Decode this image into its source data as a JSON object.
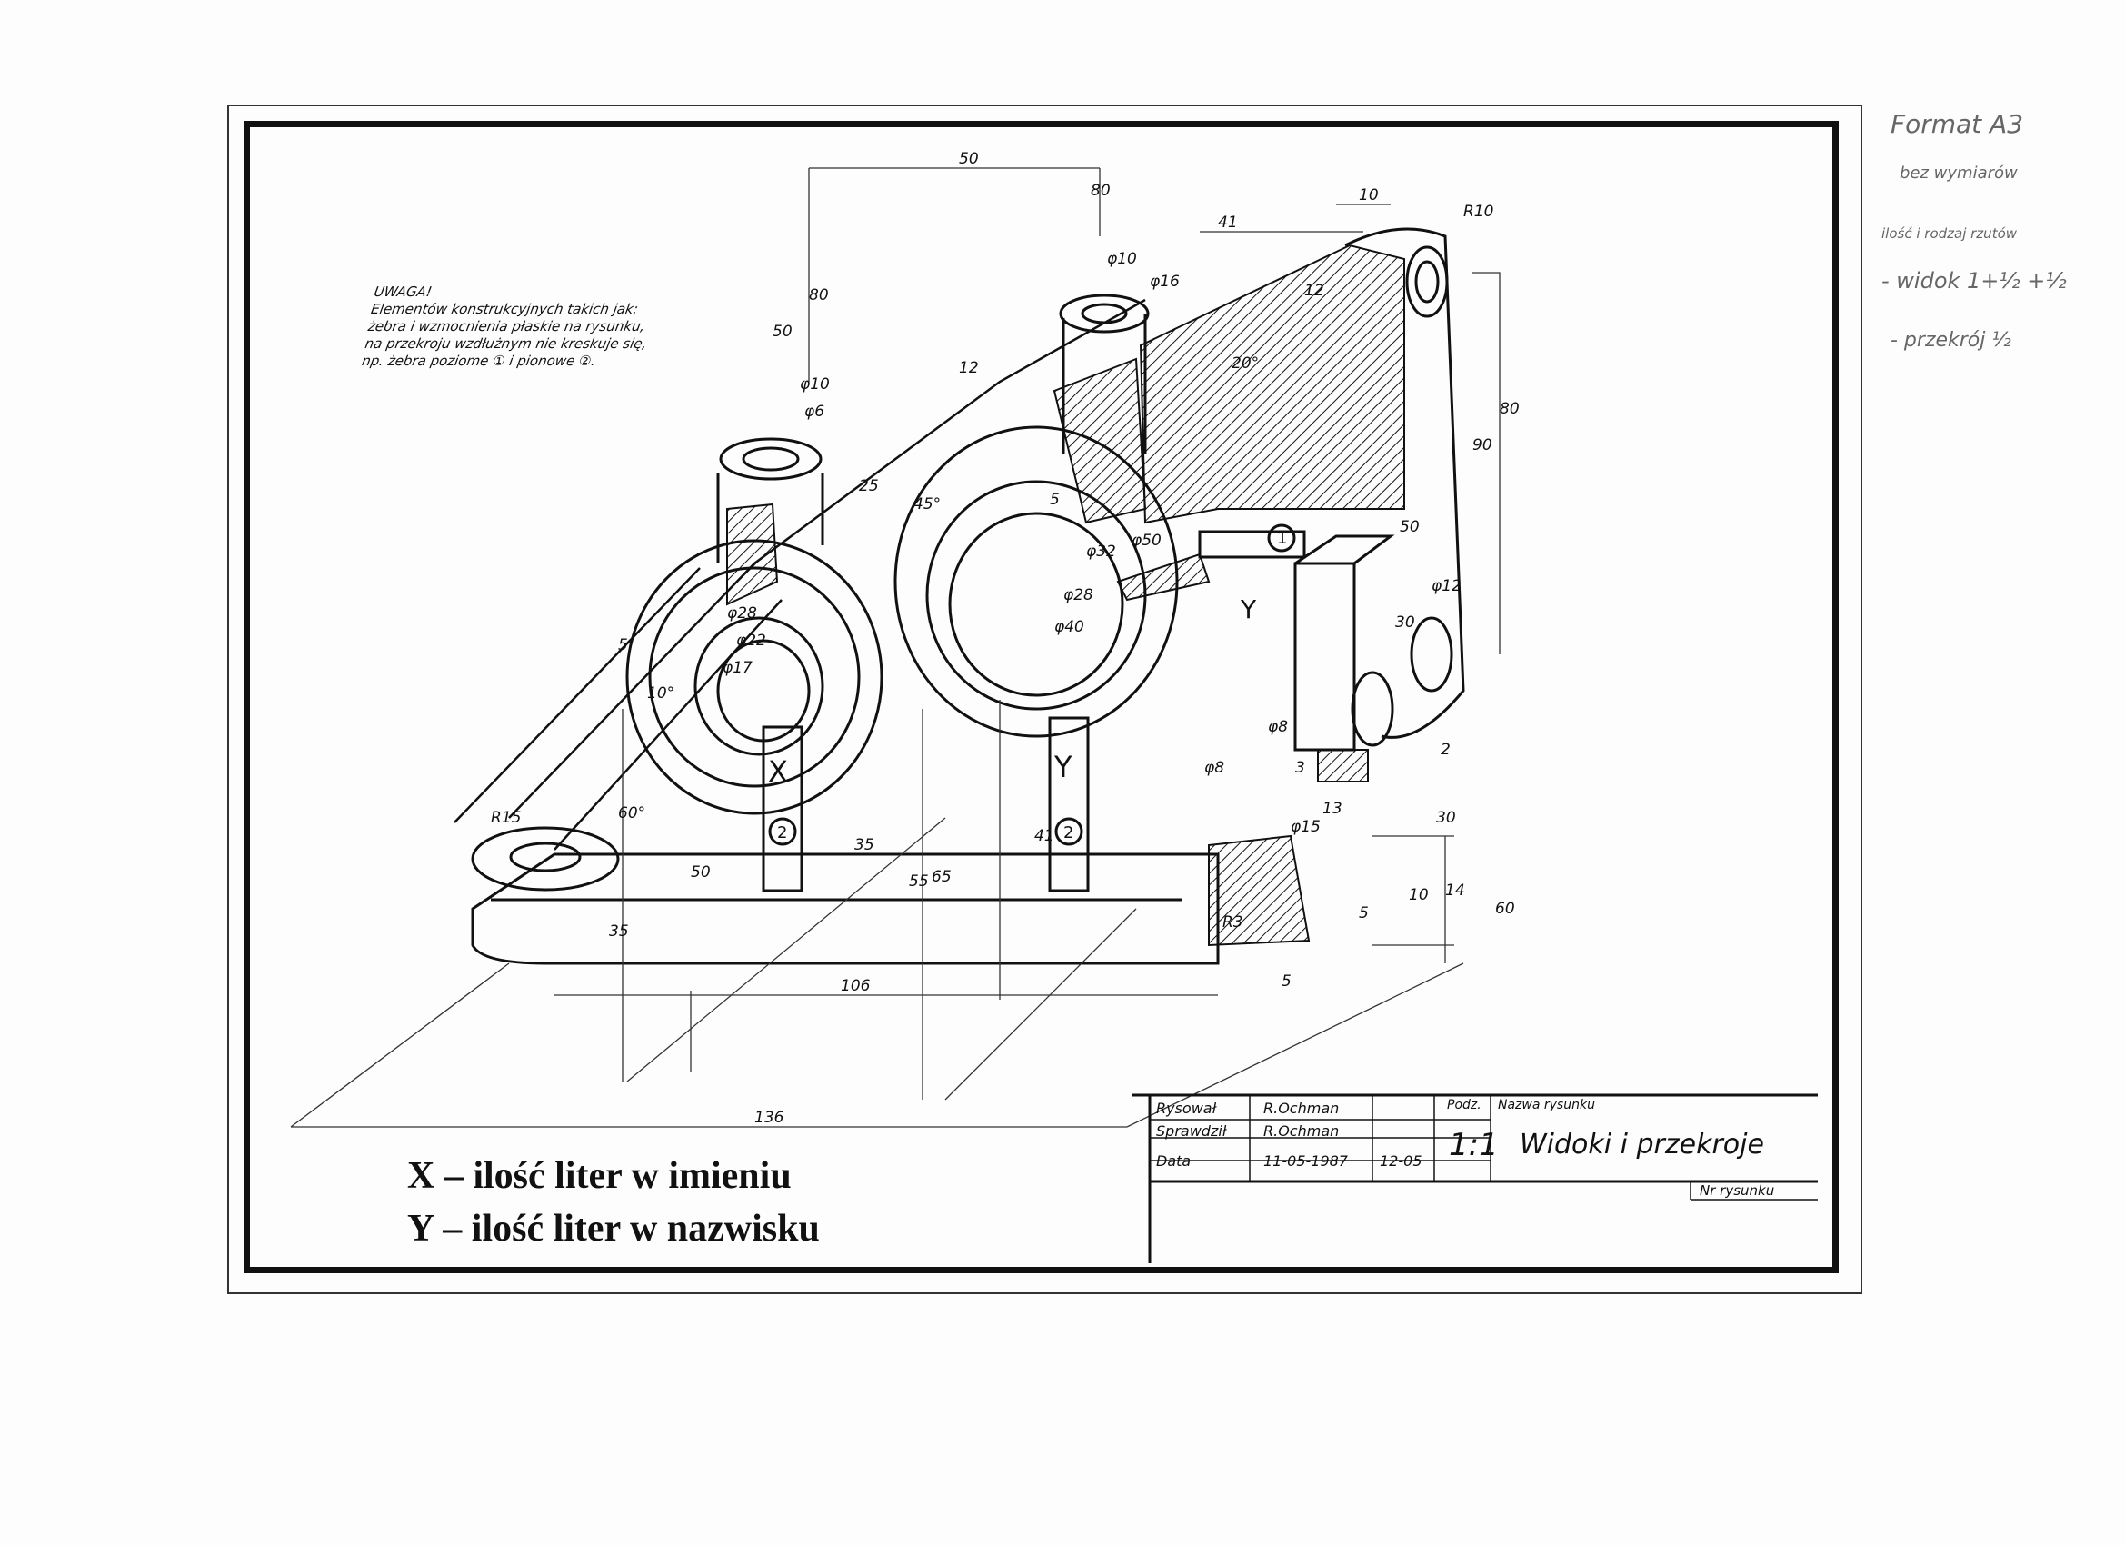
{
  "note": {
    "heading": "UWAGA!",
    "lines": [
      "Elementów konstrukcyjnych takich jak:",
      "żebra i wzmocnienia płaskie na rysunku,",
      "na przekroju wzdłużnym nie kreskuje się,",
      "np. żebra poziome ① i pionowe ②."
    ]
  },
  "legend": {
    "x_line": "X – ilość liter w imieniu",
    "y_line": "Y – ilość liter w nazwisku"
  },
  "handwritten": {
    "line1": "Format A3",
    "line2": "bez wymiarów",
    "line3": "ilość i rodzaj rzutów",
    "line4": "- widok 1+½ +½",
    "line5": "- przekrój ½"
  },
  "title_block": {
    "drawn_label": "Rysował",
    "drawn_by": "R.Ochman",
    "checked_label": "Sprawdził",
    "checked_by": "R.Ochman",
    "date_label": "Data",
    "date": "11-05-1987",
    "date2": "12-05",
    "scale_label": "Podz.",
    "scale": "1:1",
    "name_label": "Nazwa rysunku",
    "name": "Widoki i przekroje",
    "number_label": "Nr rysunku"
  },
  "dimensions": {
    "d50": "50",
    "d80a": "80",
    "d10a": "10",
    "d41a": "41",
    "r10": "R10",
    "phi10a": "φ10",
    "phi16": "φ16",
    "d12a": "12",
    "d20deg": "20°",
    "d50b": "50",
    "d80b": "80",
    "phi10b": "φ10",
    "phi6": "φ6",
    "d12b": "12",
    "d45deg": "45°",
    "d25": "25",
    "d5a": "5",
    "phi32": "φ32",
    "phi50": "φ50",
    "phi28a": "φ28",
    "phi40": "φ40",
    "phi28b": "φ28",
    "phi22": "φ22",
    "phi17": "φ17",
    "d10deg": "10°",
    "d5b": "5",
    "d30": "30",
    "d50c": "50",
    "phi12": "φ12",
    "d90": "90",
    "d80c": "80",
    "phi8a": "φ8",
    "phi8b": "φ8",
    "phi15": "φ15",
    "d3": "3",
    "d13": "13",
    "d30b": "30",
    "d2": "2",
    "d14": "14",
    "d10b": "10",
    "d5c": "5",
    "d60": "60",
    "r3": "R3",
    "d5d": "5",
    "r15": "R15",
    "d60deg": "60°",
    "d50d": "50",
    "d35": "35",
    "d55": "55",
    "d65": "65",
    "d41b": "41",
    "d35b": "35",
    "d106": "106",
    "d136": "136",
    "x": "X",
    "y": "Y",
    "y2": "Y",
    "rib1": "1",
    "rib2a": "2",
    "rib2b": "2"
  }
}
